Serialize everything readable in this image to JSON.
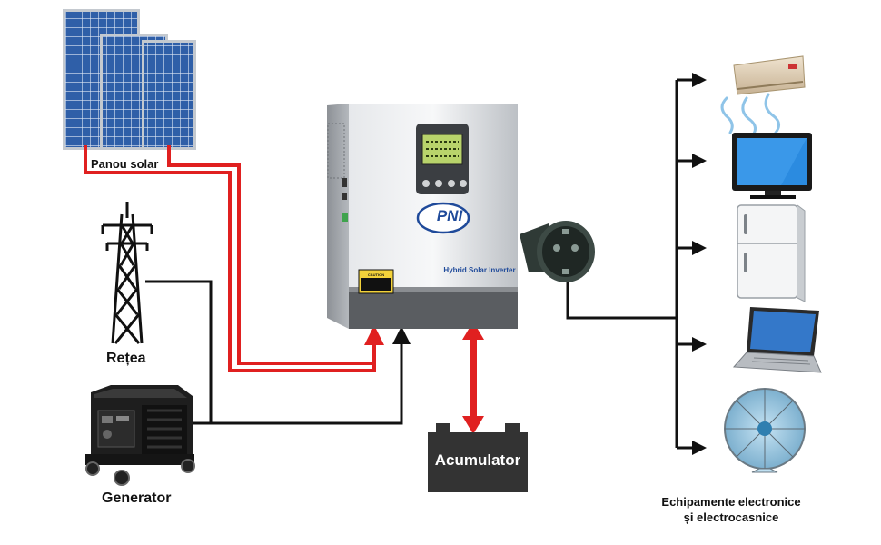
{
  "labels": {
    "solar_panel": "Panou solar",
    "grid": "Rețea",
    "generator": "Generator",
    "battery": "Acumulator",
    "equipment_line1": "Echipamente electronice",
    "equipment_line2": "și electrocasnice"
  },
  "inverter": {
    "brand": "PNI",
    "model": "Hybrid Solar Inverter",
    "caution": "CAUTION"
  },
  "colors": {
    "dc_line": "#e02020",
    "ac_line": "#111111",
    "inverter_body": "#c9ccd0",
    "panel_cell": "#2f5fa8",
    "battery": "#333333"
  },
  "icons": {
    "solar": "solar-panel-icon",
    "grid": "power-tower-icon",
    "generator": "generator-icon",
    "inverter": "inverter-icon",
    "socket": "socket-icon",
    "battery": "battery-icon",
    "appliances": [
      "air-conditioner-icon",
      "tv-icon",
      "fridge-icon",
      "laptop-icon",
      "fan-icon"
    ]
  }
}
